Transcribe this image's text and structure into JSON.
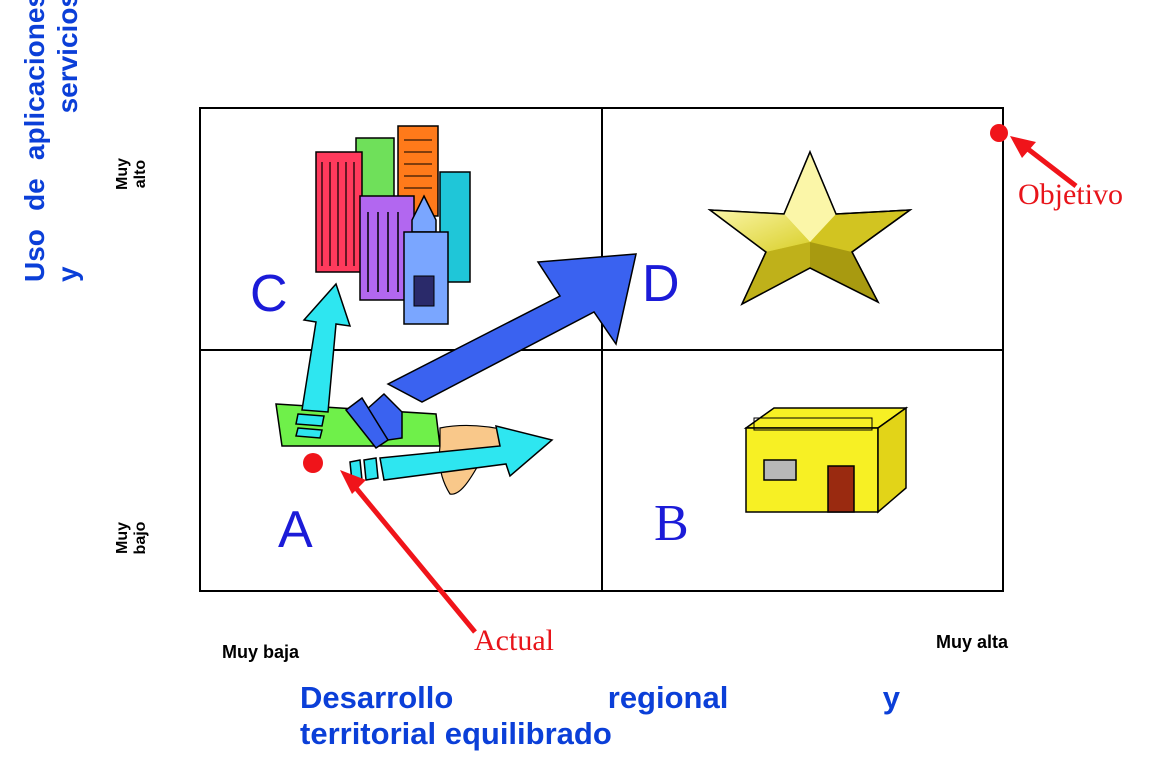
{
  "y_axis": {
    "title": "Uso de aplicaciones y servicios",
    "high_label": "Muy alto",
    "low_label": "Muy bajo"
  },
  "x_axis": {
    "title_line1_words": [
      "Desarrollo",
      "regional",
      "y"
    ],
    "title_line2": "territorial equilibrado",
    "low_label": "Muy baja",
    "high_label": "Muy alta"
  },
  "quadrants": {
    "a": "A",
    "b": "B",
    "c": "C",
    "d": "D"
  },
  "annotations": {
    "current": "Actual",
    "target": "Objetivo"
  },
  "icons": {
    "city": "city-buildings-icon",
    "star": "star-icon",
    "house": "house-icon",
    "hand": "pointing-hand-icon"
  },
  "colors": {
    "axis_title": "#0b3fd8",
    "quadrant_letters": "#1b1bd8",
    "annotation": "#e8141a",
    "arrow_cyan": "#2ee6f0",
    "arrow_blue": "#3a62f0"
  }
}
